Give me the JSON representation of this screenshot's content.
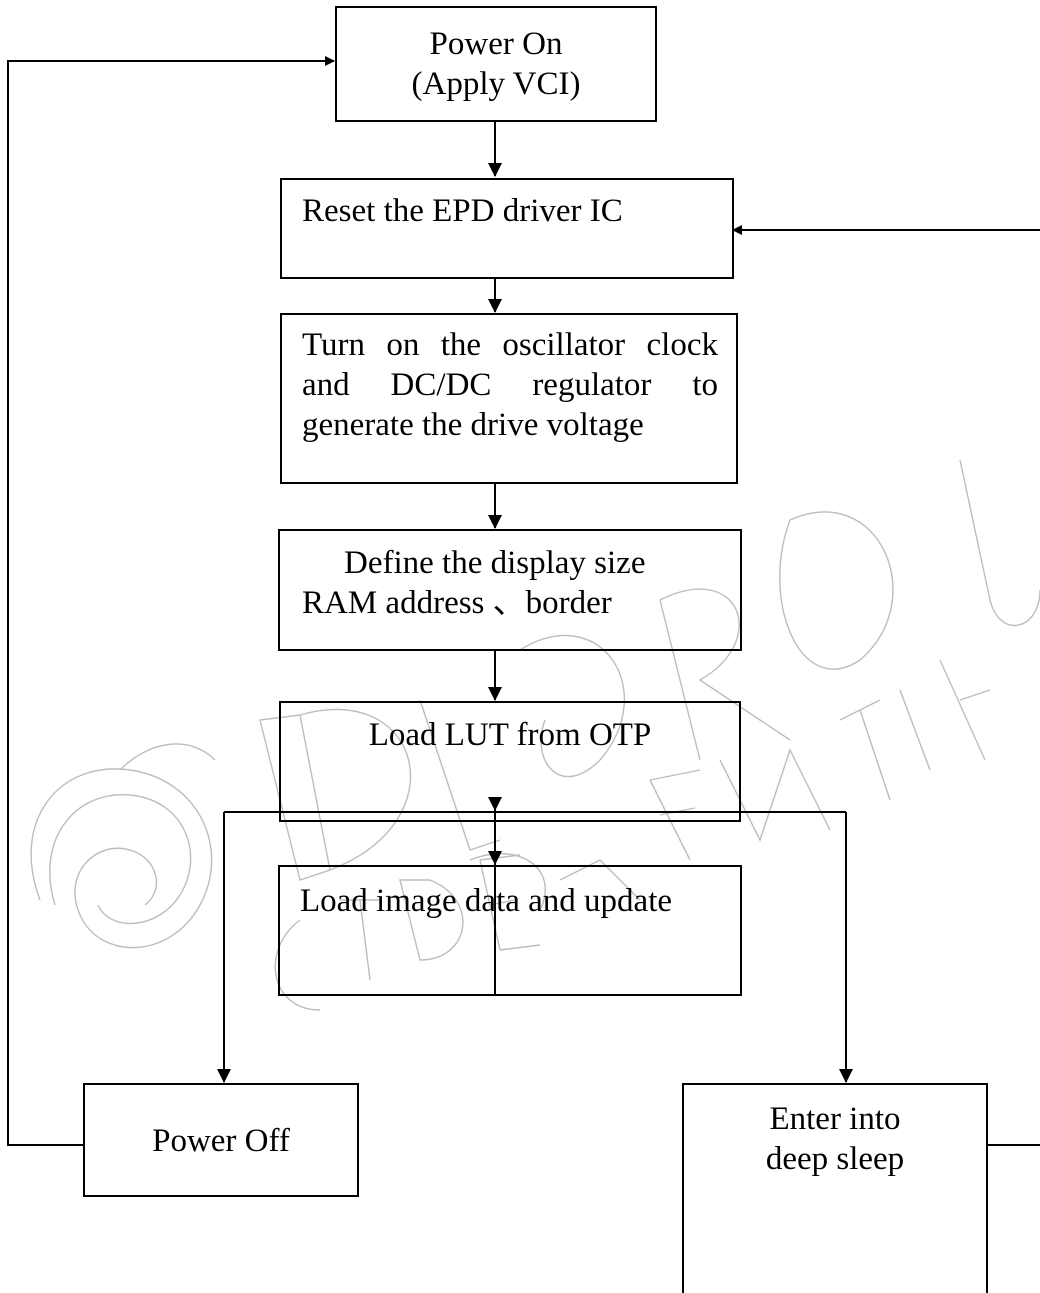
{
  "flowchart": {
    "power_on": {
      "line1": "Power On",
      "line2": "(Apply VCI)"
    },
    "reset": {
      "label": "Reset the EPD driver IC"
    },
    "oscillator": {
      "line1": "Turn on the oscillator clock",
      "line2": "and DC/DC regulator to",
      "line3": "generate the drive voltage"
    },
    "display_size": {
      "line1": "Define the display size",
      "line2": "RAM address 、border"
    },
    "load_lut": {
      "label": "Load LUT from OTP"
    },
    "load_image": {
      "label": "Load image data and update"
    },
    "power_off": {
      "label": "Power Off"
    },
    "deep_sleep": {
      "line1": "Enter into",
      "line2": "deep sleep"
    }
  },
  "watermark": {
    "color": "#b8b8b8"
  }
}
